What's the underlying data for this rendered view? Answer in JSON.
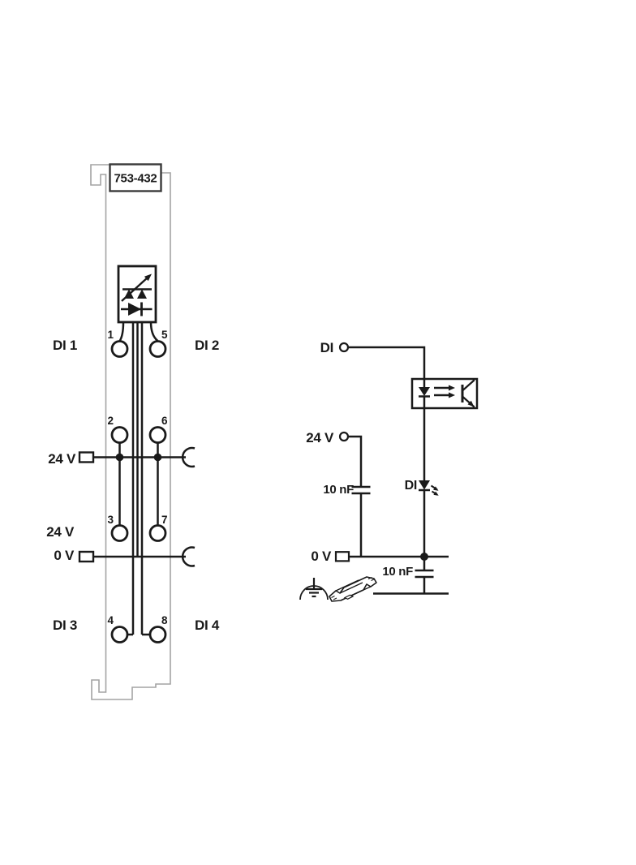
{
  "diagram": {
    "module": {
      "part_number": "753-432",
      "channels": {
        "di1": "DI 1",
        "di2": "DI 2",
        "di3": "DI 3",
        "di4": "DI 4"
      },
      "power": {
        "field_24v": "24 V",
        "jumper_24v": "24 V",
        "jumper_0v": "0 V"
      },
      "terminals": {
        "t1": "1",
        "t2": "2",
        "t3": "3",
        "t4": "4",
        "t5": "5",
        "t6": "6",
        "t7": "7",
        "t8": "8"
      }
    },
    "schematic": {
      "input": "DI",
      "supply": "24 V",
      "common": "0 V",
      "filter_cap_supply": "10 nF",
      "filter_cap_ground": "10 nF",
      "status_led": "DI"
    },
    "colors": {
      "wire": "#1a1a1a",
      "module_outline": "#a3a3a3",
      "background": "#ffffff"
    }
  }
}
